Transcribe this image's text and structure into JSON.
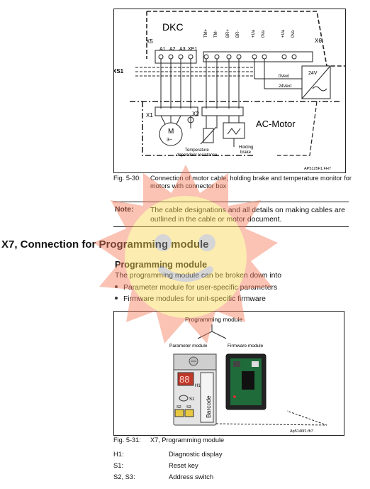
{
  "fig1": {
    "labels": {
      "dkc": "DKC",
      "xs1": "XS1",
      "x5": "X5",
      "x6": "X6",
      "x1": "X1",
      "x2": "X2",
      "a1": "A1",
      "a2": "A2",
      "a3": "A3",
      "xe1": "XE1",
      "pin_labels": [
        "TM+",
        "TM-",
        "BR+",
        "BR-",
        "+Ua",
        "0Va",
        "+Ua",
        "0Va"
      ],
      "zero_v": "0Vext",
      "v24": "24Vext",
      "psu_24v": "24V",
      "motor_m": "M",
      "motor_3": "3~",
      "ac_motor": "AC-Motor",
      "temp_res_1": "Temperature",
      "temp_res_2": "dependent resistance",
      "holding_1": "Holding",
      "holding_2": "brake",
      "code": "AP5125F1.FH7"
    },
    "caption_num": "Fig. 5-30:",
    "caption_text": "Connection of motor cable, holding brake and temperature monitor for motors with connector box"
  },
  "note": {
    "label": "Note:",
    "text": "The cable designations and all details on making cables are outlined in the cable or motor document."
  },
  "section_title": "X7, Connection for Programming module",
  "subsection": {
    "title": "Programming module",
    "intro": "The programming module can be broken down into",
    "bullets": [
      "Parameter module for user-specific parameters",
      "Firmware modules for unit-specific firmware"
    ]
  },
  "fig2": {
    "title": "Programming module",
    "param_label": "Parameter module",
    "firmware_label": "Firmware module",
    "display_digits": "88",
    "h1": "H1",
    "s1": "S1",
    "s2": "S2",
    "s3": "S3",
    "barcode": "Barcode",
    "code": "Ap5146f1.fh7",
    "caption_num": "Fig. 5-31:",
    "caption_text": "X7, Programming module"
  },
  "legend": [
    {
      "key": "H1:",
      "value": "Diagnostic display"
    },
    {
      "key": "S1:",
      "value": "Reset key"
    },
    {
      "key": "S2, S3:",
      "value": "Address switch"
    }
  ]
}
